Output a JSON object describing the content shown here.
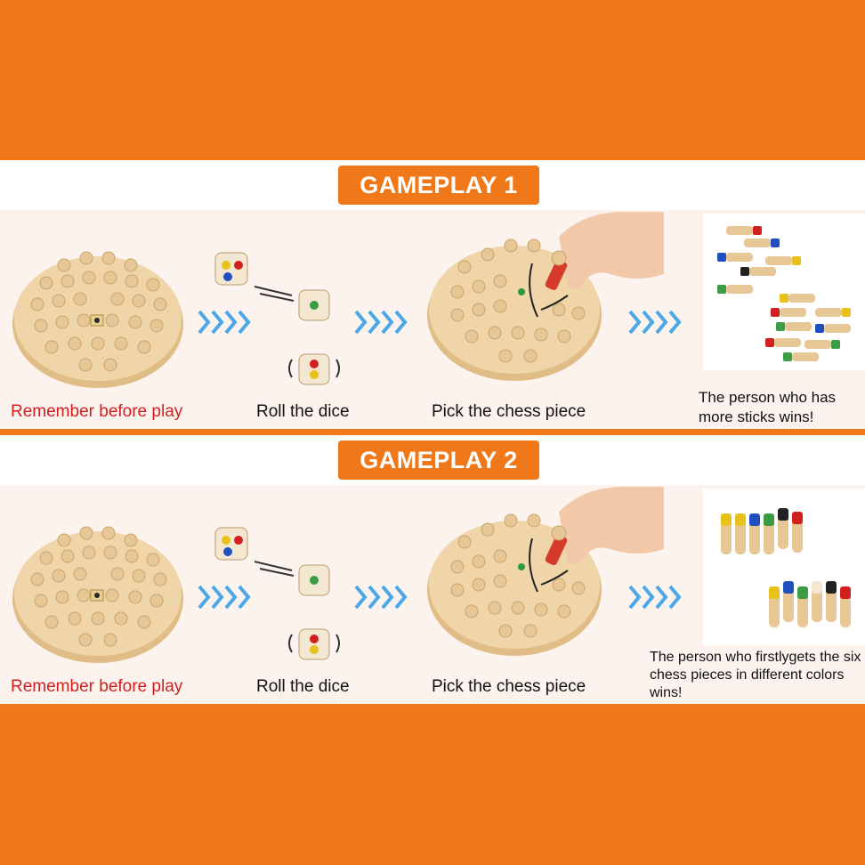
{
  "sections": [
    {
      "title": "GAMEPLAY 1",
      "steps": [
        "Remember before play",
        "Roll the dice",
        "Pick the chess piece"
      ],
      "result": "The person who has more sticks wins!"
    },
    {
      "title": "GAMEPLAY 2",
      "steps": [
        "Remember before play",
        "Roll the dice",
        "Pick the chess piece"
      ],
      "result": "The person who firstlygets the six chess pieces in different colors wins!"
    }
  ],
  "colors": {
    "orange": "#f07818",
    "red_caption": "#d21e1e",
    "arrow_blue": "#4aa8e8",
    "wood": "#e6c795"
  },
  "icons": [
    "memory-board-illustration",
    "dice-icon",
    "arrow-chevrons-icon",
    "hand-picking-piece-illustration",
    "colored-sticks-illustration"
  ]
}
